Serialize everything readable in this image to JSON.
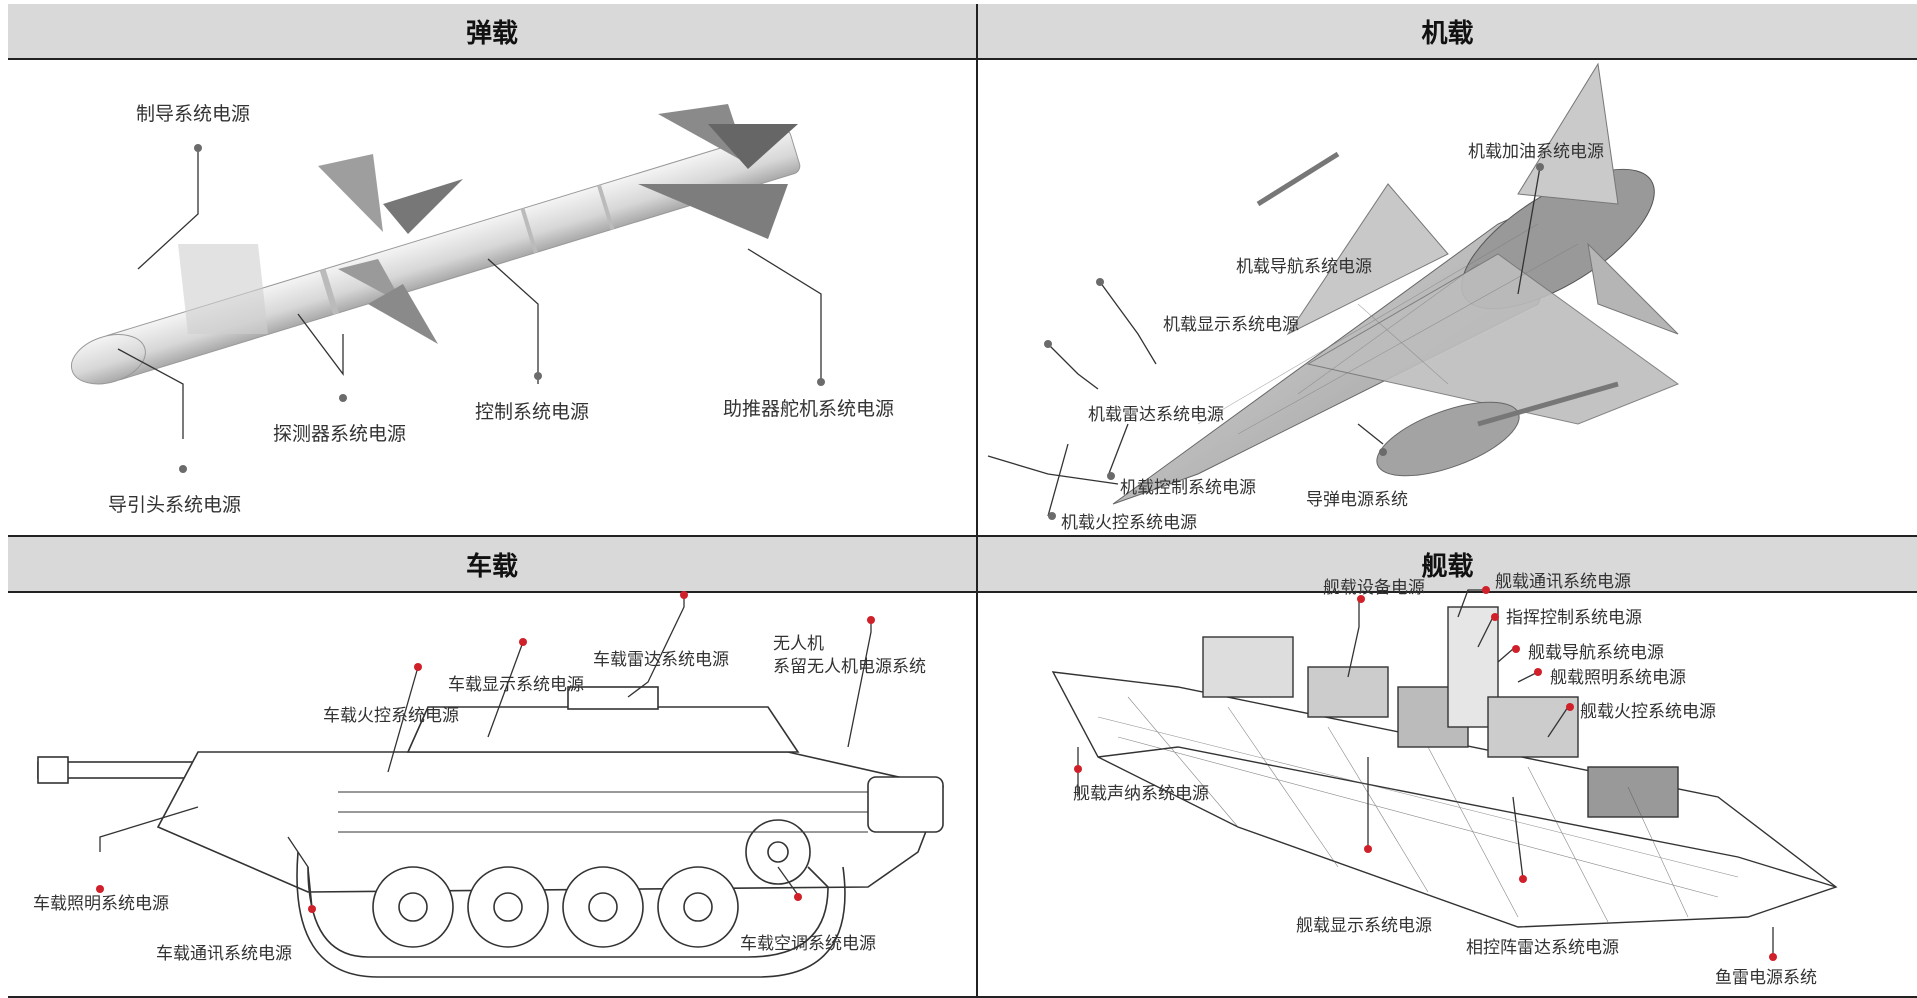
{
  "panels": {
    "missile": {
      "title": "弹载",
      "labels": {
        "guidance": "制导系统电源",
        "detector": "探测器系统电源",
        "control": "控制系统电源",
        "booster": "助推器舵机系统电源",
        "seeker": "导引头系统电源"
      }
    },
    "aircraft": {
      "title": "机载",
      "labels": {
        "refuel": "机载加油系统电源",
        "nav": "机载导航系统电源",
        "display": "机载显示系统电源",
        "radar": "机载雷达系统电源",
        "control": "机载控制系统电源",
        "fire": "机载火控系统电源",
        "missile_power": "导弹电源系统"
      }
    },
    "vehicle": {
      "title": "车载",
      "labels": {
        "radar": "车载雷达系统电源",
        "drone_title": "无人机",
        "drone_tether": "系留无人机电源系统",
        "display": "车载显示系统电源",
        "fire": "车载火控系统电源",
        "lighting": "车载照明系统电源",
        "comm": "车载通讯系统电源",
        "aircon": "车载空调系统电源"
      }
    },
    "ship": {
      "title": "舰载",
      "labels": {
        "equipment": "舰载设备电源",
        "comm": "舰载通讯系统电源",
        "command": "指挥控制系统电源",
        "nav": "舰载导航系统电源",
        "lighting": "舰载照明系统电源",
        "fire": "舰载火控系统电源",
        "sonar": "舰载声纳系统电源",
        "display": "舰载显示系统电源",
        "phased_radar": "相控阵雷达系统电源",
        "torpedo": "鱼雷电源系统"
      }
    }
  },
  "colors": {
    "header_bg": "#d9d9d9",
    "leader_dot_gray": "#6b6b6b",
    "leader_dot_red": "#d0202a",
    "line": "#222222"
  }
}
